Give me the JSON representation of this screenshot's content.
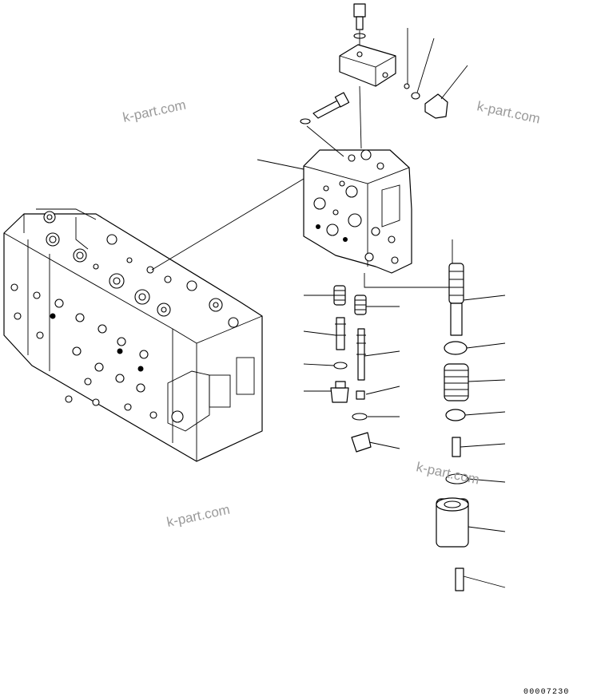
{
  "drawing": {
    "code": "00007230",
    "watermarks": [
      "k-part.com",
      "k-part.com",
      "k-part.com",
      "k-part.com"
    ]
  }
}
